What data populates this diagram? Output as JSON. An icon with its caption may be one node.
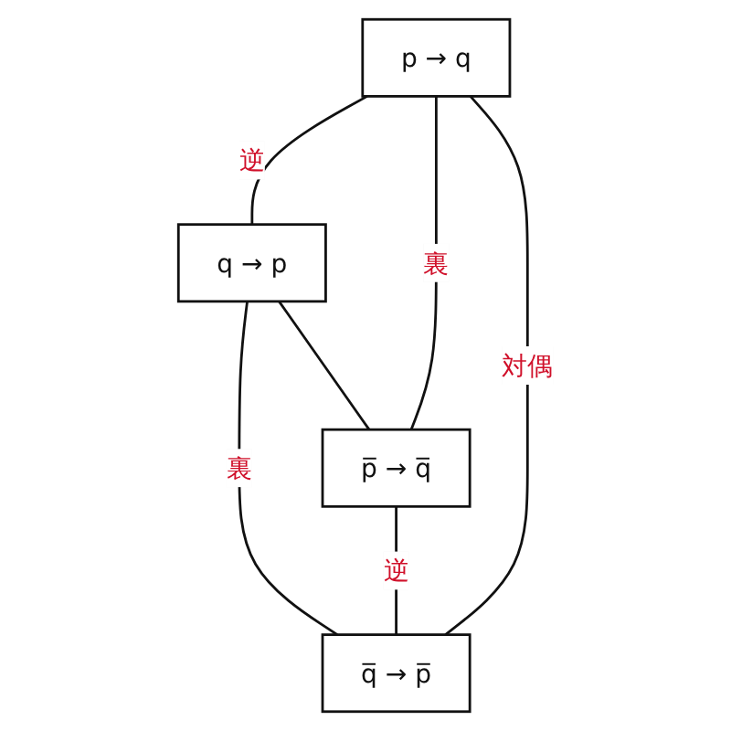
{
  "diagram": {
    "nodes": [
      {
        "text": [
          "p → q"
        ]
      },
      {
        "text": [
          "q → p"
        ]
      },
      {
        "text": [
          "p̅ → q̅"
        ]
      },
      {
        "text": [
          "q̅ → p̅"
        ]
      }
    ],
    "edges": [
      {
        "from": 0,
        "to": 1,
        "arrow": "none",
        "label": "逆"
      },
      {
        "from": 0,
        "to": 2,
        "arrow": "none",
        "label": "裏"
      },
      {
        "from": 1,
        "to": 3,
        "arrow": "none",
        "label": "裏"
      },
      {
        "from": 2,
        "to": 3,
        "arrow": "none",
        "label": "逆"
      },
      {
        "from": 0,
        "to": 3,
        "arrow": "none",
        "label": "対偶"
      },
      {
        "from": 1,
        "to": 2,
        "arrow": "none"
      }
    ]
  }
}
